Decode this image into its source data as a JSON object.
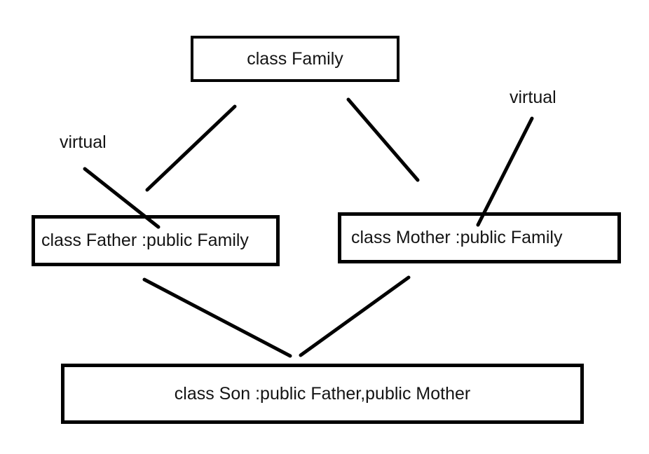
{
  "diagram": {
    "type": "class-inheritance-diagram",
    "background_color": "#ffffff",
    "stroke_color": "#000000",
    "nodes": {
      "family": {
        "label": "class Family"
      },
      "father": {
        "label": "class Father :public Family"
      },
      "mother": {
        "label": "class Mother :public Family"
      },
      "son": {
        "label": "class Son :public Father,public Mother"
      }
    },
    "annotations": {
      "virtual_left": "virtual",
      "virtual_right": "virtual"
    },
    "edges": [
      {
        "from": "family",
        "to": "father",
        "annotation": "virtual"
      },
      {
        "from": "family",
        "to": "mother",
        "annotation": "virtual"
      },
      {
        "from": "father",
        "to": "son"
      },
      {
        "from": "mother",
        "to": "son"
      }
    ]
  }
}
